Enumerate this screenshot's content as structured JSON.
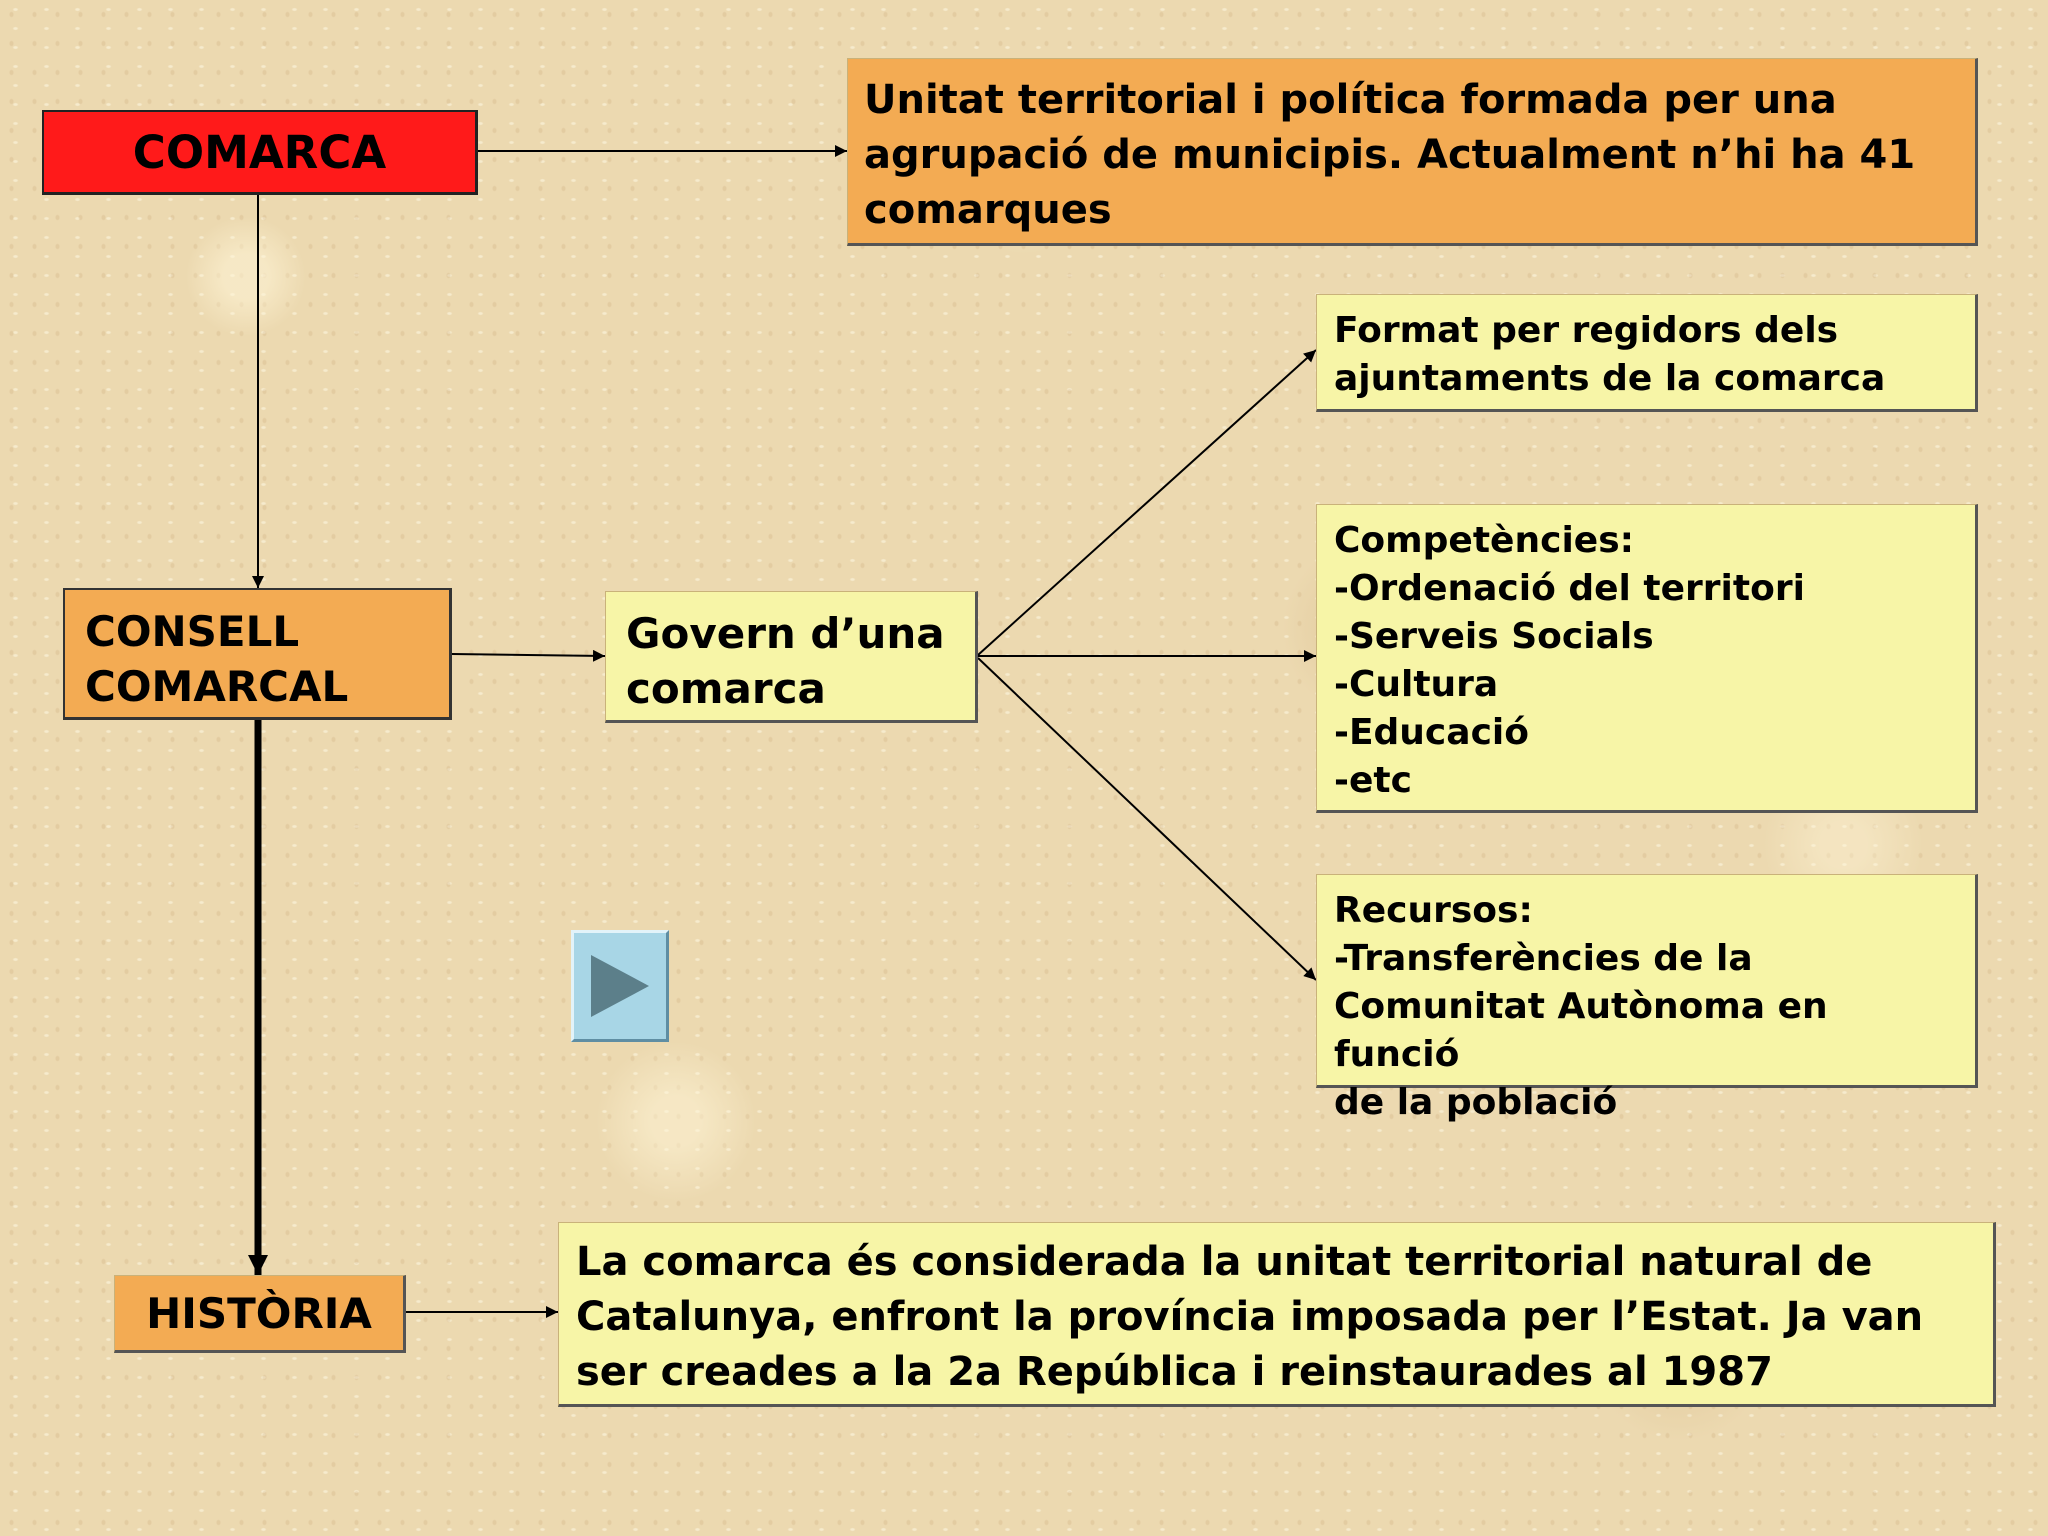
{
  "nodes": {
    "comarca": "COMARCA",
    "definicio": "Unitat territorial i política formada per una\nagrupació de municipis. Actualment n’hi ha 41\ncomarques",
    "consell_comarcal": "CONSELL\nCOMARCAL",
    "govern": "Govern d’una\ncomarca",
    "format": "Format per regidors dels\najuntaments de la comarca",
    "competencies": "Competències:\n-Ordenació del territori\n-Serveis Socials\n-Cultura\n-Educació\n-etc",
    "recursos": "Recursos:\n-Transferències de  la\nComunitat Autònoma en funció\nde la població",
    "historia": "HISTÒRIA",
    "historia_text": "La comarca és considerada la unitat territorial natural de\nCatalunya, enfront la província imposada per l’Estat. Ja van\nser creades a la 2a República i reinstaurades al 1987"
  },
  "colors": {
    "red": "#ff1a1a",
    "orange": "#f3ab53",
    "yellow": "#f7f5a7",
    "play_button": "#a8d6e6"
  },
  "icons": {
    "play": "play-triangle-icon"
  }
}
